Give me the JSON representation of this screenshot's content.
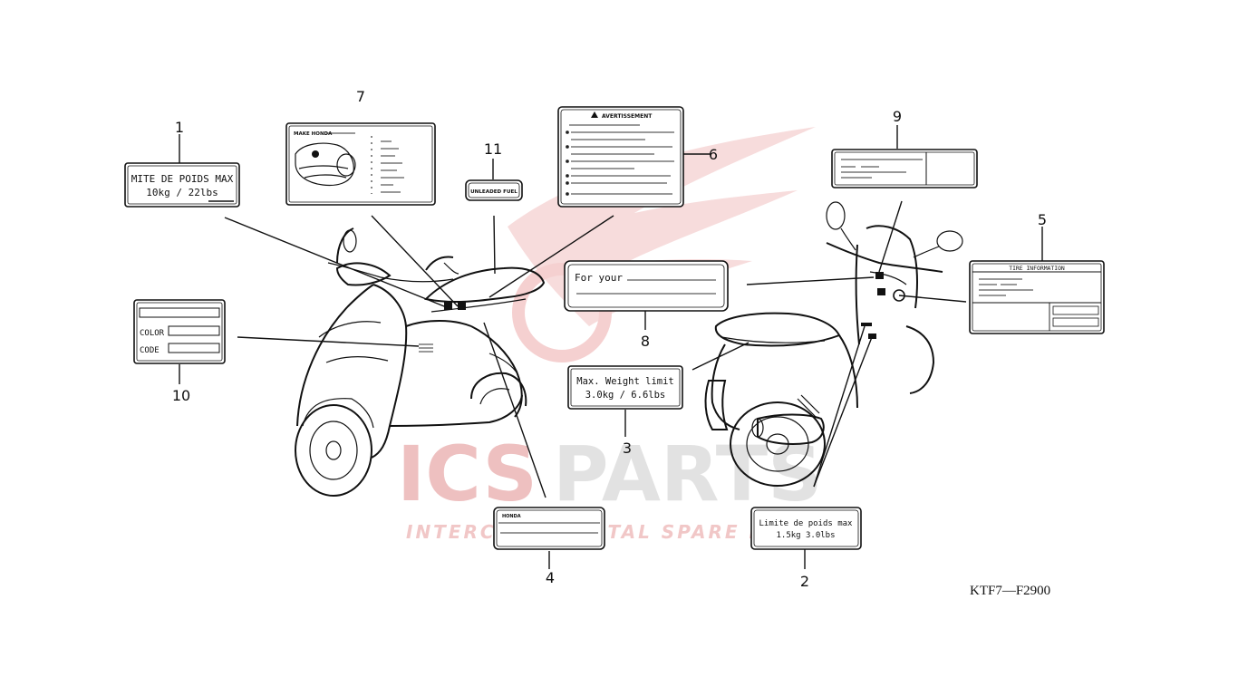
{
  "labels": {
    "l1": {
      "num": "1",
      "line1": "MITE DE POIDS MAX",
      "line2": "10kg  / 22lbs"
    },
    "l2": {
      "num": "2",
      "line1": "Limite de poids max",
      "line2": "1.5kg   3.0lbs"
    },
    "l3": {
      "num": "3",
      "line1": "Max. Weight limit",
      "line2": "3.0kg  / 6.6lbs"
    },
    "l4": {
      "num": "4",
      "header": "HONDA"
    },
    "l5": {
      "num": "5",
      "header": "TIRE INFORMATION"
    },
    "l6": {
      "num": "6",
      "header": "AVERTISSEMENT"
    },
    "l7": {
      "num": "7",
      "header": "MAKE HONDA"
    },
    "l8": {
      "num": "8",
      "line1": "For your"
    },
    "l9": {
      "num": "9"
    },
    "l10": {
      "num": "10",
      "color": "COLOR",
      "code": "CODE"
    },
    "l11": {
      "num": "11",
      "text": "UNLEADED FUEL"
    }
  },
  "ref_code": "KTF7—F2900",
  "watermark": {
    "ics": "ICS",
    "parts": "PARTS",
    "tagline": "INTERCONTINENTAL SPARE PARTS",
    "colors": {
      "ics": "#eec0c0",
      "parts": "#e2e2e2"
    }
  }
}
